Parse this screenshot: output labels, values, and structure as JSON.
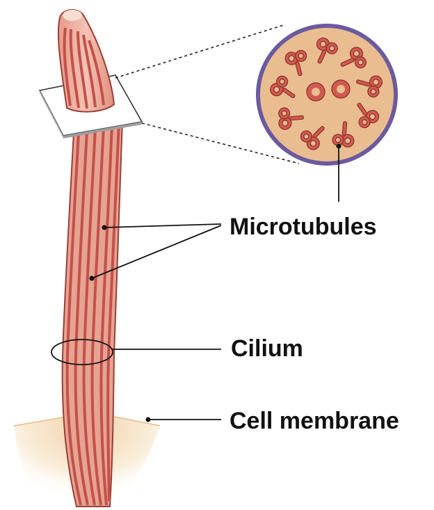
{
  "labels": {
    "microtubules": "Microtubules",
    "cilium": "Cilium",
    "cell_membrane": "Cell membrane"
  },
  "colors": {
    "cilium_fill": "#e7a392",
    "microtubule_stripe": "#c4504a",
    "cilium_outline": "#9a3f35",
    "cross_section_fill": "#e7b98d",
    "cross_section_ring": "#6b5a9e",
    "cross_section_tubules": "#cf5a50",
    "membrane_glow": "#f2d6a8",
    "slice_plane": "#ffffff",
    "leader_line": "#111111"
  },
  "icons": {
    "cilium_shaft": "cilium-shaft",
    "cross_section": "axoneme-cross-section",
    "plane": "section-plane"
  }
}
